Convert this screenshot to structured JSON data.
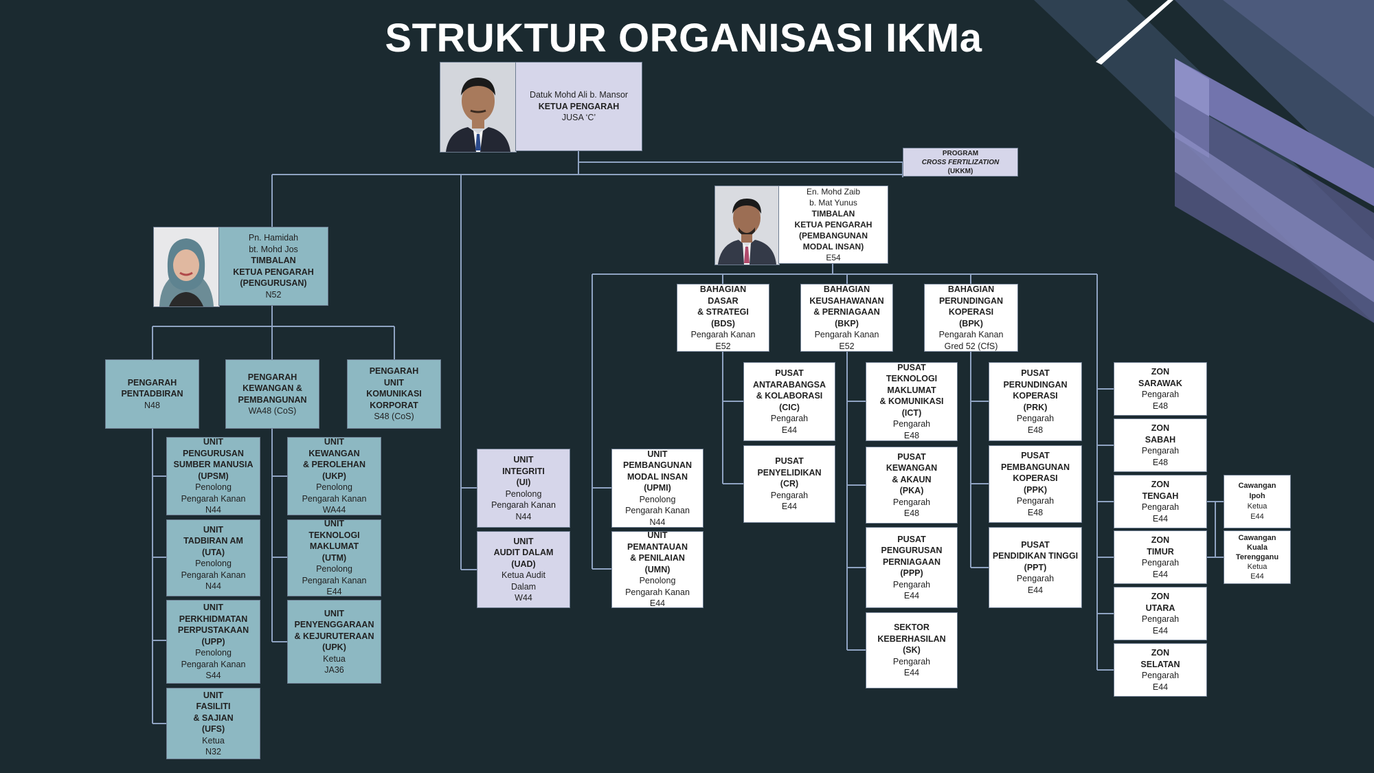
{
  "title": "STRUKTUR ORGANISASI IKMa",
  "colors": {
    "background": "#1b2a30",
    "teal": "#8db8c2",
    "lavender": "#d6d6ea",
    "white": "#ffffff",
    "connector": "#8fa3c2"
  },
  "ketua": {
    "name": "Datuk Mohd Ali b. Mansor",
    "role": "KETUA PENGARAH",
    "grade": "JUSA ‘C’"
  },
  "program": {
    "line1": "PROGRAM",
    "line2": "CROSS FERTILIZATION",
    "line3": "(UKKM)"
  },
  "tkp_pengurusan": {
    "name1": "Pn. Hamidah",
    "name2": "bt. Mohd Jos",
    "role1": "TIMBALAN",
    "role2": "KETUA PENGARAH",
    "role3": "(PENGURUSAN)",
    "grade": "N52"
  },
  "tkp_pembangunan": {
    "name1": "En. Mohd Zaib",
    "name2": "b. Mat Yunus",
    "role1": "TIMBALAN",
    "role2": "KETUA PENGARAH",
    "role3": "(PEMBANGUNAN",
    "role4": "MODAL INSAN)",
    "grade": "E54"
  },
  "pengarah": [
    {
      "l1": "PENGARAH",
      "l2": "PENTADBIRAN",
      "grade": "N48"
    },
    {
      "l1": "PENGARAH",
      "l2": "KEWANGAN &",
      "l3": "PEMBANGUNAN",
      "grade": "WA48 (CoS)"
    },
    {
      "l1": "PENGARAH",
      "l2": "UNIT",
      "l3": "KOMUNIKASI",
      "l4": "KORPORAT",
      "grade": "S48 (CoS)"
    }
  ],
  "units_pentadbiran": [
    {
      "l1": "UNIT",
      "l2": "PENGURUSAN",
      "l3": "SUMBER MANUSIA",
      "l4": "(UPSM)",
      "r1": "Penolong",
      "r2": "Pengarah Kanan",
      "grade": "N44"
    },
    {
      "l1": "UNIT",
      "l2": "TADBIRAN AM",
      "l3": "(UTA)",
      "r1": "Penolong",
      "r2": "Pengarah Kanan",
      "grade": "N44"
    },
    {
      "l1": "UNIT",
      "l2": "PERKHIDMATAN",
      "l3": "PERPUSTAKAAN",
      "l4": "(UPP)",
      "r1": "Penolong",
      "r2": "Pengarah Kanan",
      "grade": "S44"
    },
    {
      "l1": "UNIT",
      "l2": "FASILITI",
      "l3": "& SAJIAN",
      "l4": "(UFS)",
      "r1": "Ketua",
      "grade": "N32"
    }
  ],
  "units_kewangan": [
    {
      "l1": "UNIT",
      "l2": "KEWANGAN",
      "l3": "& PEROLEHAN",
      "l4": "(UKP)",
      "r1": "Penolong",
      "r2": "Pengarah Kanan",
      "grade": "WA44"
    },
    {
      "l1": "UNIT",
      "l2": "TEKNOLOGI",
      "l3": "MAKLUMAT",
      "l4": "(UTM)",
      "r1": "Penolong",
      "r2": "Pengarah Kanan",
      "grade": "E44"
    },
    {
      "l1": "UNIT",
      "l2": "PENYENGGARAAN",
      "l3": "& KEJURUTERAAN",
      "l4": "(UPK)",
      "r1": "Ketua",
      "grade": "JA36"
    }
  ],
  "units_center": [
    {
      "l1": "UNIT",
      "l2": "INTEGRITI",
      "l3": "(UI)",
      "r1": "Penolong",
      "r2": "Pengarah Kanan",
      "grade": "N44"
    },
    {
      "l1": "UNIT",
      "l2": "AUDIT DALAM",
      "l3": "(UAD)",
      "r1": "Ketua Audit",
      "r2": "Dalam",
      "grade": "W44"
    }
  ],
  "units_pmi": [
    {
      "l1": "UNIT",
      "l2": "PEMBANGUNAN",
      "l3": "MODAL INSAN",
      "l4": "(UPMI)",
      "r1": "Penolong",
      "r2": "Pengarah Kanan",
      "grade": "N44"
    },
    {
      "l1": "UNIT",
      "l2": "PEMANTAUAN",
      "l3": "& PENILAIAN",
      "l4": "(UMN)",
      "r1": "Penolong",
      "r2": "Pengarah Kanan",
      "grade": "E44"
    }
  ],
  "bahagian": [
    {
      "l1": "BAHAGIAN",
      "l2": "DASAR",
      "l3": "& STRATEGI",
      "l4": "(BDS)",
      "r1": "Pengarah Kanan",
      "grade": "E52"
    },
    {
      "l1": "BAHAGIAN",
      "l2": "KEUSAHAWANAN",
      "l3": "& PERNIAGAAN",
      "l4": "(BKP)",
      "r1": "Pengarah Kanan",
      "grade": "E52"
    },
    {
      "l1": "BAHAGIAN",
      "l2": "PERUNDINGAN",
      "l3": "KOPERASI",
      "l4": "(BPK)",
      "r1": "Pengarah Kanan",
      "grade": "Gred 52 (CfS)"
    }
  ],
  "pusat_bds": [
    {
      "l1": "PUSAT",
      "l2": "ANTARABANGSA",
      "l3": "& KOLABORASI",
      "l4": "(CIC)",
      "r1": "Pengarah",
      "grade": "E44"
    },
    {
      "l1": "PUSAT",
      "l2": "PENYELIDIKAN",
      "l3": "(CR)",
      "r1": "Pengarah",
      "grade": "E44"
    }
  ],
  "pusat_bkp": [
    {
      "l1": "PUSAT",
      "l2": "TEKNOLOGI",
      "l3": "MAKLUMAT",
      "l4": "& KOMUNIKASI",
      "l5": "(ICT)",
      "r1": "Pengarah",
      "grade": "E48"
    },
    {
      "l1": "PUSAT",
      "l2": "KEWANGAN",
      "l3": "& AKAUN",
      "l4": "(PKA)",
      "r1": "Pengarah",
      "grade": "E48"
    },
    {
      "l1": "PUSAT",
      "l2": "PENGURUSAN",
      "l3": "PERNIAGAAN",
      "l4": "(PPP)",
      "r1": "Pengarah",
      "grade": "E44"
    },
    {
      "l1": "SEKTOR",
      "l2": "KEBERHASILAN",
      "l3": "(SK)",
      "r1": "Pengarah",
      "grade": "E44"
    }
  ],
  "pusat_bpk": [
    {
      "l1": "PUSAT",
      "l2": "PERUNDINGAN",
      "l3": "KOPERASI",
      "l4": "(PRK)",
      "r1": "Pengarah",
      "grade": "E48"
    },
    {
      "l1": "PUSAT",
      "l2": "PEMBANGUNAN",
      "l3": "KOPERASI",
      "l4": "(PPK)",
      "r1": "Pengarah",
      "grade": "E48"
    },
    {
      "l1": "PUSAT",
      "l2": "PENDIDIKAN TINGGI",
      "l3": "(PPT)",
      "r1": "Pengarah",
      "grade": "E44"
    }
  ],
  "zon": [
    {
      "l1": "ZON",
      "l2": "SARAWAK",
      "r1": "Pengarah",
      "grade": "E48"
    },
    {
      "l1": "ZON",
      "l2": "SABAH",
      "r1": "Pengarah",
      "grade": "E48"
    },
    {
      "l1": "ZON",
      "l2": "TENGAH",
      "r1": "Pengarah",
      "grade": "E44"
    },
    {
      "l1": "ZON",
      "l2": "TIMUR",
      "r1": "Pengarah",
      "grade": "E44"
    },
    {
      "l1": "ZON",
      "l2": "UTARA",
      "r1": "Pengarah",
      "grade": "E44"
    },
    {
      "l1": "ZON",
      "l2": "SELATAN",
      "r1": "Pengarah",
      "grade": "E44"
    }
  ],
  "cawangan": [
    {
      "l1": "Cawangan",
      "l2": "Ipoh",
      "r1": "Ketua",
      "grade": "E44"
    },
    {
      "l1": "Cawangan",
      "l2": "Kuala",
      "l3": "Terengganu",
      "r1": "Ketua",
      "grade": "E44"
    }
  ]
}
